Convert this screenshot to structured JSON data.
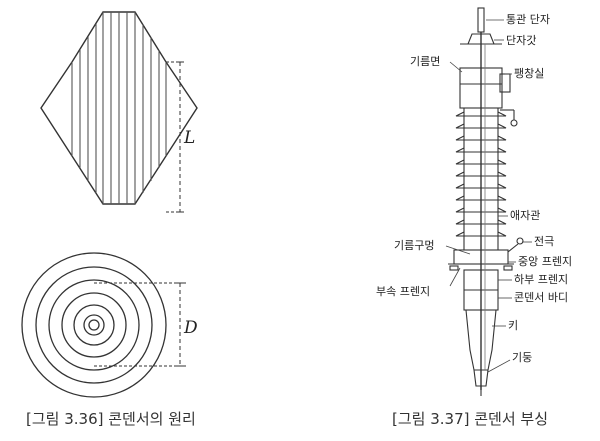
{
  "left_figure": {
    "caption": "[그림 3.36] 콘덴서의 원리",
    "dim_L": "L",
    "dim_D": "D"
  },
  "right_figure": {
    "caption": "[그림 3.37] 콘덴서 부싱",
    "labels": {
      "terminal": "통관 단자",
      "terminal_cap": "단자갓",
      "oil_level": "기름면",
      "expansion_chamber": "팽창실",
      "porcelain_tube": "애자관",
      "oil_hole": "기름구멍",
      "electrode": "전극",
      "center_flange": "중앙 프렌지",
      "attached_flange": "부속 프렌지",
      "lower_flange": "하부 프렌지",
      "condenser_body": "콘덴서 바디",
      "key": "키",
      "column": "기둥"
    }
  }
}
